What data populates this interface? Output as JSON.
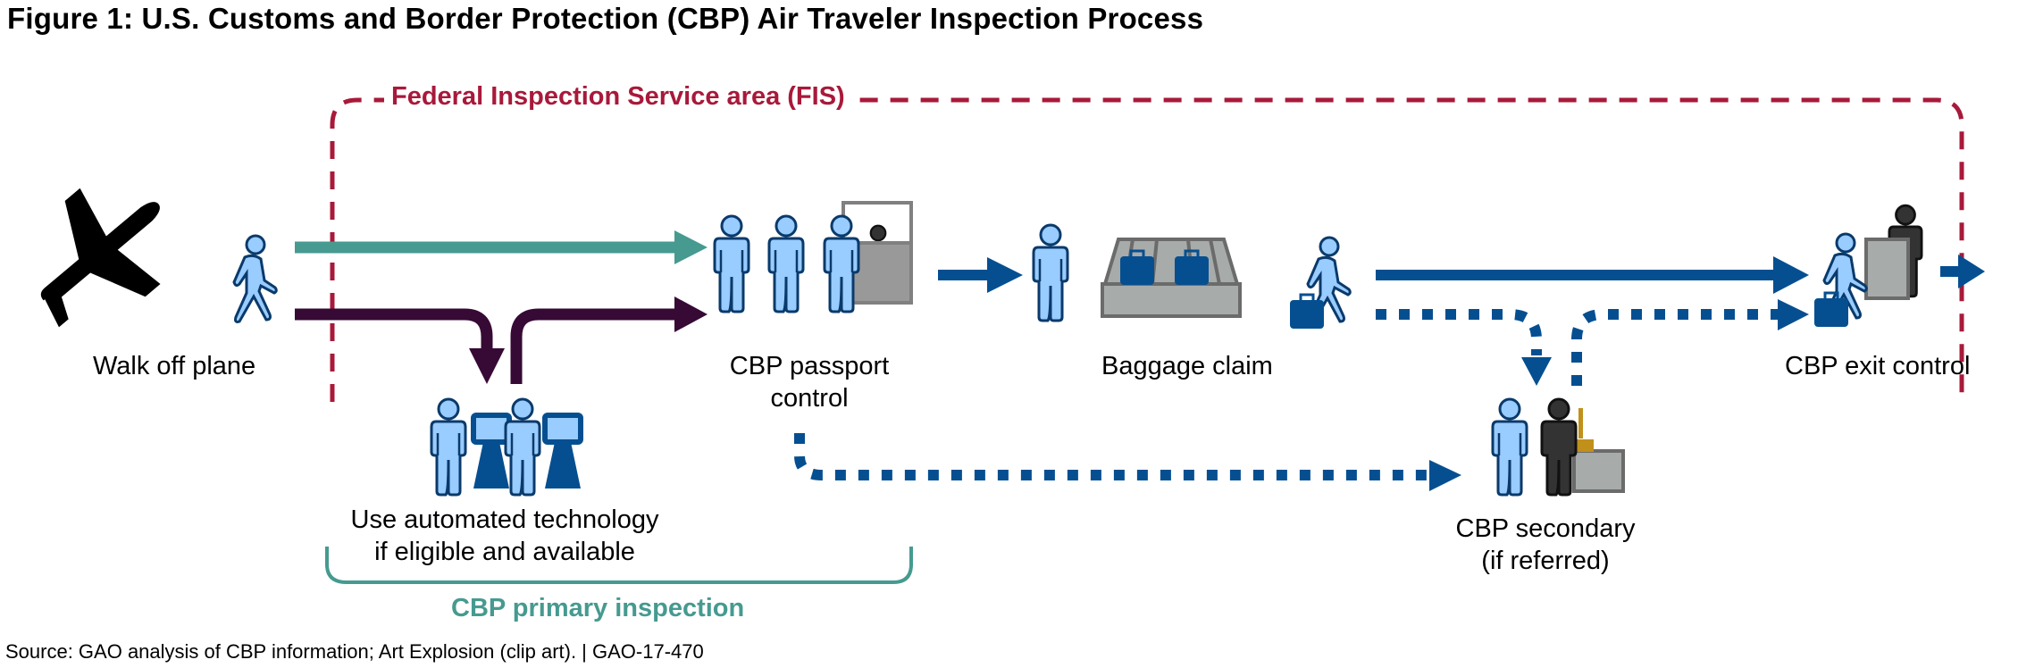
{
  "title": "Figure 1: U.S. Customs and Border Protection (CBP) Air Traveler Inspection Process",
  "regions": {
    "fis": "Federal Inspection Service area (FIS)",
    "primary": "CBP primary inspection"
  },
  "steps": {
    "walk_off": "Walk off plane",
    "automated_line1": "Use automated technology",
    "automated_line2": "if eligible and available",
    "passport_line1": "CBP passport",
    "passport_line2": "control",
    "baggage": "Baggage claim",
    "secondary_line1": "CBP secondary",
    "secondary_line2": "(if referred)",
    "exit": "CBP exit control"
  },
  "source": "Source: GAO analysis of CBP information; Art Explosion (clip art).  |  GAO-17-470",
  "colors": {
    "fis_red": "#a8193a",
    "teal": "#469a90",
    "purple": "#360a35",
    "blue": "#054f91",
    "person_fill": "#99ccff",
    "person_stroke": "#0a3a6b",
    "officer": "#333333",
    "gray": "#a7abaa",
    "gray_stroke": "#6b6b6b",
    "gold": "#c0901a"
  }
}
